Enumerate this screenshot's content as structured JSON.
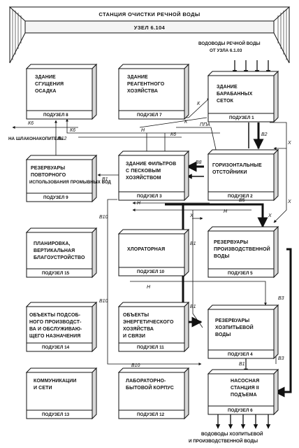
{
  "header": {
    "title": "СТАНЦИЯ ОЧИСТКИ РЕЧНОЙ ВОДЫ",
    "node": "УЗЕЛ 6.104"
  },
  "notes": {
    "river_input": [
      "ВОДОВОДЫ РЕЧНОЙ ВОДЫ",
      "ОТ УЗЛА 6.1.03"
    ],
    "sludge_output": "НА ШЛАКОНАКОПИТЕЛЬ",
    "final_output": [
      "ВОДОВОДЫ ХОЗПИТЬЕВОЙ",
      "И ПРОИЗВОДСТВЕННОЙ ВОДЫ"
    ]
  },
  "boxes": {
    "b8": {
      "title": [
        "ЗДАНИЕ",
        "СГУЩЕНИЯ",
        "ОСАДКА"
      ],
      "node": "ПОДУЗЕЛ 8"
    },
    "b7": {
      "title": [
        "ЗДАНИЕ",
        "РЕАГЕНТНОГО",
        "ХОЗЯЙСТВА"
      ],
      "node": "ПОДУЗЕЛ 7"
    },
    "b1": {
      "title": [
        "ЗДАНИЕ",
        "БАРАБАННЫХ",
        "СЕТОК"
      ],
      "node": "ПОДУЗЕЛ 1"
    },
    "b9": {
      "title": [
        "РЕЗЕРВУАРЫ",
        "ПОВТОРНОГО",
        "ИСПОЛЬЗОВАНИЯ ПРОМЫВНЫХ ВОД"
      ],
      "node": "ПОДУЗЕЛ 9"
    },
    "b3": {
      "title": [
        "ЗДАНИЕ ФИЛЬТРОВ",
        "С ПЕСКОВЫМ",
        "ХОЗЯЙСТВОМ"
      ],
      "node": "ПОДУЗЕЛ 3"
    },
    "b2": {
      "title": [
        "ГОРИЗОНТАЛЬНЫЕ",
        "ОТСТОЙНИКИ"
      ],
      "node": "ПОДУЗЕЛ 2"
    },
    "b15": {
      "title": [
        "ПЛАНИРОВКА,",
        "ВЕРТИКАЛЬНАЯ",
        "БЛАГОУСТРОЙСТВО"
      ],
      "node": "ПОДУЗЕЛ 15"
    },
    "b10": {
      "title": [
        "ХЛОРАТОРНАЯ"
      ],
      "node": "ПОДУЗЕЛ 10"
    },
    "b5": {
      "title": [
        "РЕЗЕРВУАРЫ",
        "ПРОИЗВОДСТВЕННОЙ",
        "ВОДЫ"
      ],
      "node": "ПОДУЗЕЛ 5"
    },
    "b14": {
      "title": [
        "ОБЪЕКТЫ ПОДСОБ-",
        "НОГО ПРОИЗВОДСТ-",
        "ВА И ОБСЛУЖИВАЮ-",
        "ЩЕГО НАЗНАЧЕНИЯ"
      ],
      "node": "ПОДУЗЕЛ 14"
    },
    "b11": {
      "title": [
        "ОБЪЕКТЫ",
        "ЭНЕРГЕТИЧЕСКОГО",
        "ХОЗЯЙСТВА",
        "И СВЯЗИ"
      ],
      "node": "ПОДУЗЕЛ 11"
    },
    "b4": {
      "title": [
        "РЕЗЕРВУАРЫ",
        "ХОЗПИТЬЕВОЙ",
        "ВОДЫ"
      ],
      "node": "ПОДУЗЕЛ 4"
    },
    "b13": {
      "title": [
        "КОММУНИКАЦИИ",
        "И СЕТИ"
      ],
      "node": "ПОДУЗЕЛ 13"
    },
    "b12": {
      "title": [
        "ЛАБОРАТОРНО-",
        "БЫТОВОЙ КОРПУС"
      ],
      "node": "ПОДУЗЕЛ 12"
    },
    "b6": {
      "title": [
        "НАСОСНАЯ",
        "СТАНЦИЯ II",
        "ПОДЪЕМА"
      ],
      "node": "ПОДУЗЕЛ 6"
    }
  },
  "edges": {
    "k6a": "К6",
    "b12": "В12",
    "k6b": "К6",
    "k6c": "К6",
    "k1": "К",
    "k2": "К",
    "ppa": "ППА",
    "b2": "В2",
    "x1": "Х",
    "x2": "Х",
    "x3": "Х",
    "x4": "Х",
    "b8": "В8",
    "b1a": "В1",
    "b5": "В5",
    "h1": "Н",
    "h2": "Н",
    "h3": "Н",
    "h4": "Н",
    "b10a": "В10",
    "b10b": "В10",
    "b10c": "В10",
    "b1b": "В1",
    "b1c": "В1",
    "b1d": "В1",
    "b3a": "В3",
    "b3b": "В3"
  }
}
